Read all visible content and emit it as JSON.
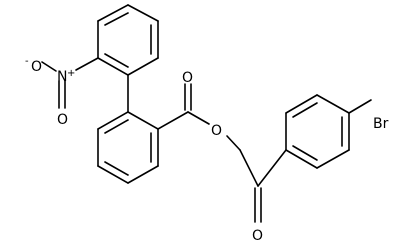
{
  "atoms": {
    "bromine": "Br",
    "ketone_oxygen": "O",
    "ester_oxygen": "O",
    "carbonyl_oxygen": "O",
    "nitro_oxygen_upper": "O",
    "nitro_charge_upper": "-",
    "nitro_nitrogen": "N",
    "nitro_charge_nitrogen": "+",
    "nitro_oxygen_lower": "O"
  }
}
